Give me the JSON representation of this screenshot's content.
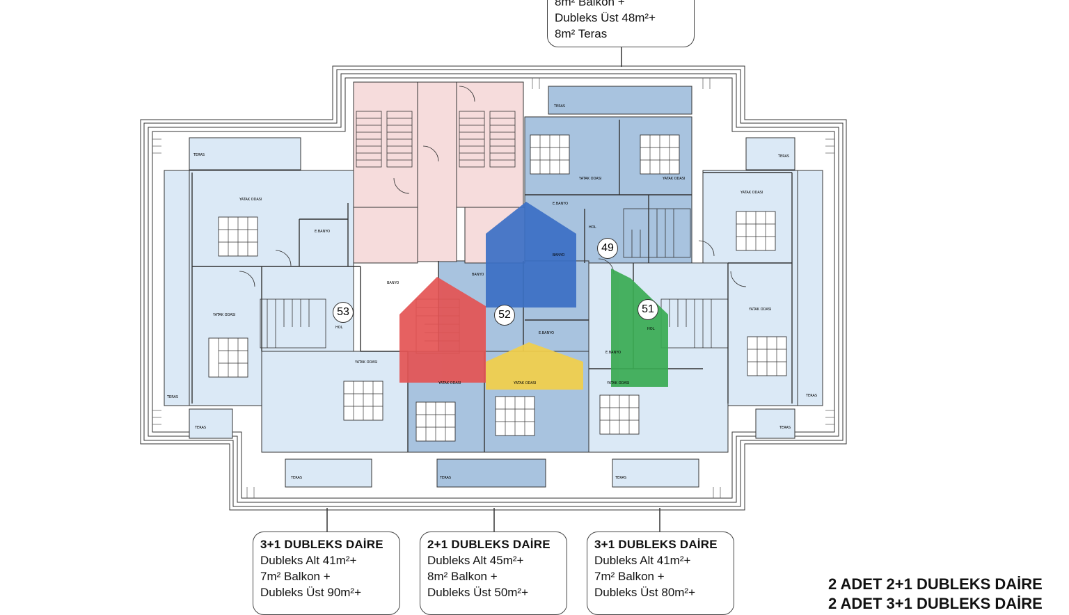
{
  "top_callout": {
    "lines": [
      "8m² Balkon +",
      "Dubleks Üst 48m²+",
      "8m² Teras"
    ]
  },
  "bottom_callouts": [
    {
      "title": "3+1 DUBLEKS DAİRE",
      "lines": [
        "Dubleks Alt 41m²+",
        "7m² Balkon +",
        "Dubleks Üst 90m²+"
      ]
    },
    {
      "title": "2+1 DUBLEKS DAİRE",
      "lines": [
        "Dubleks Alt 45m²+",
        "8m² Balkon +",
        "Dubleks Üst 50m²+"
      ]
    },
    {
      "title": "3+1 DUBLEKS DAİRE",
      "lines": [
        "Dubleks Alt 41m²+",
        "7m² Balkon +",
        "Dubleks Üst 80m²+"
      ]
    }
  ],
  "summary": {
    "line1": "2 ADET 2+1 DUBLEKS DAİRE",
    "line2": "2 ADET 3+1 DUBLEKS DAİRE"
  },
  "units": {
    "u49": "49",
    "u51": "51",
    "u52": "52",
    "u53": "53"
  },
  "room_labels": {
    "teras": "TERAS",
    "yatak": "YATAK ODASI",
    "banyo": "BANYO",
    "ebanyo": "E.BANYO",
    "hol": "HOL"
  },
  "colors": {
    "apt_blue_light": "#dbe9f6",
    "apt_blue_dark": "#a8c3df",
    "stair_pink": "#f6dcdc",
    "wall": "#333333",
    "logo_blue": "#3b6fc4",
    "logo_red": "#e45454",
    "logo_yellow": "#f2cf4a",
    "logo_green": "#3aaa52"
  }
}
